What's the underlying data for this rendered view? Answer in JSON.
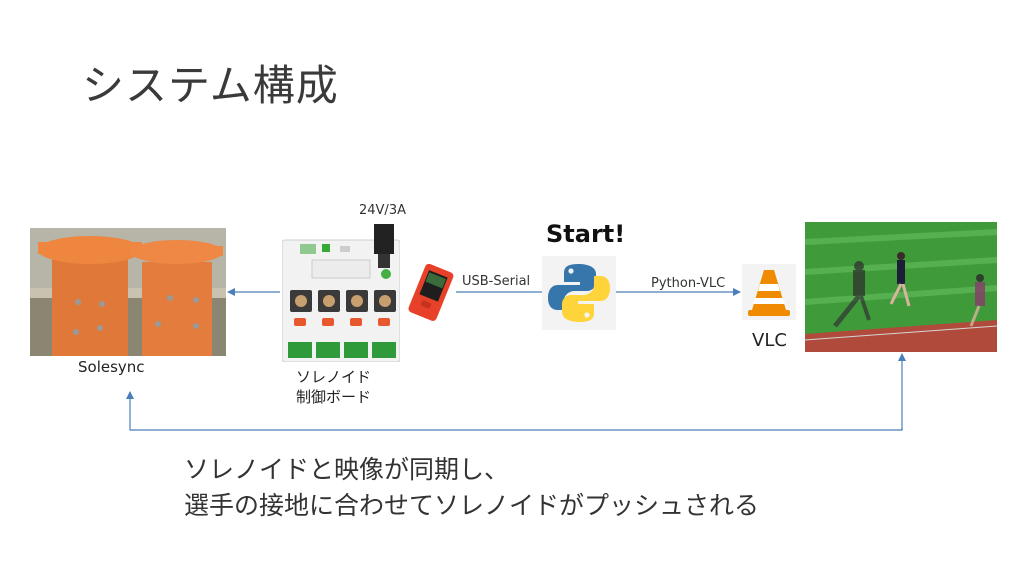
{
  "slide": {
    "title": "システム構成"
  },
  "diagram": {
    "nodes": {
      "solesync": {
        "label": "Solesync"
      },
      "solenoid_board": {
        "label_line1": "ソレノイド",
        "label_line2": "制御ボード",
        "power_label": "24V/3A"
      },
      "controller": {
        "label": ""
      },
      "python": {
        "top_label": "Start!"
      },
      "vlc": {
        "label": "VLC"
      },
      "video": {
        "label": ""
      }
    },
    "edges": {
      "usb_serial": "USB-Serial",
      "python_vlc": "Python-VLC"
    },
    "colors": {
      "line": "#4a7ebb",
      "orange": "#e8742a",
      "board": "#f2f2f2",
      "python_blue": "#3776ab",
      "python_yellow": "#ffd43b",
      "vlc_orange": "#f08a00",
      "track_green": "#3f9b3a",
      "track_red": "#b04a3a"
    },
    "icons": [
      "solesync-photo",
      "solenoid-board-photo",
      "controller-device-photo",
      "python-logo-icon",
      "vlc-cone-icon",
      "video-frame-photo"
    ]
  },
  "caption": {
    "line1": "ソレノイドと映像が同期し、",
    "line2": "選手の接地に合わせてソレノイドがプッシュされる"
  }
}
